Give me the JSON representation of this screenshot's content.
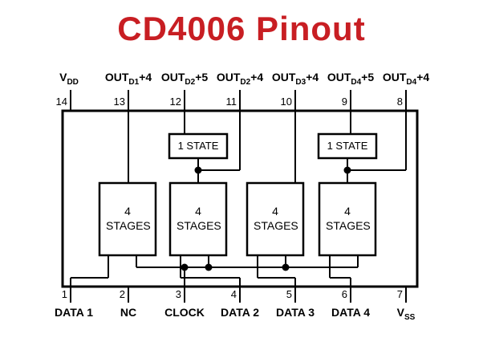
{
  "title": "CD4006 Pinout",
  "colors": {
    "title": "#c81e23",
    "line": "#000000",
    "background": "#ffffff"
  },
  "ic": {
    "top_pins": [
      {
        "number": "14",
        "label": "V",
        "sub": "DD",
        "suffix": ""
      },
      {
        "number": "13",
        "label": "OUT",
        "sub": "D1",
        "suffix": "+4"
      },
      {
        "number": "12",
        "label": "OUT",
        "sub": "D2",
        "suffix": "+5"
      },
      {
        "number": "11",
        "label": "OUT",
        "sub": "D2",
        "suffix": "+4"
      },
      {
        "number": "10",
        "label": "OUT",
        "sub": "D3",
        "suffix": "+4"
      },
      {
        "number": "9",
        "label": "OUT",
        "sub": "D4",
        "suffix": "+5"
      },
      {
        "number": "8",
        "label": "OUT",
        "sub": "D4",
        "suffix": "+4"
      }
    ],
    "bottom_pins": [
      {
        "number": "1",
        "label": "DATA 1",
        "sub": "",
        "suffix": ""
      },
      {
        "number": "2",
        "label": "NC",
        "sub": "",
        "suffix": ""
      },
      {
        "number": "3",
        "label": "CLOCK",
        "sub": "",
        "suffix": ""
      },
      {
        "number": "4",
        "label": "DATA 2",
        "sub": "",
        "suffix": ""
      },
      {
        "number": "5",
        "label": "DATA 3",
        "sub": "",
        "suffix": ""
      },
      {
        "number": "6",
        "label": "DATA 4",
        "sub": "",
        "suffix": ""
      },
      {
        "number": "7",
        "label": "V",
        "sub": "SS",
        "suffix": ""
      }
    ],
    "blocks": {
      "stage_boxes": [
        "4 STAGES",
        "4 STAGES",
        "4 STAGES",
        "4 STAGES"
      ],
      "state_boxes": [
        "1 STATE",
        "1 STATE"
      ]
    }
  }
}
